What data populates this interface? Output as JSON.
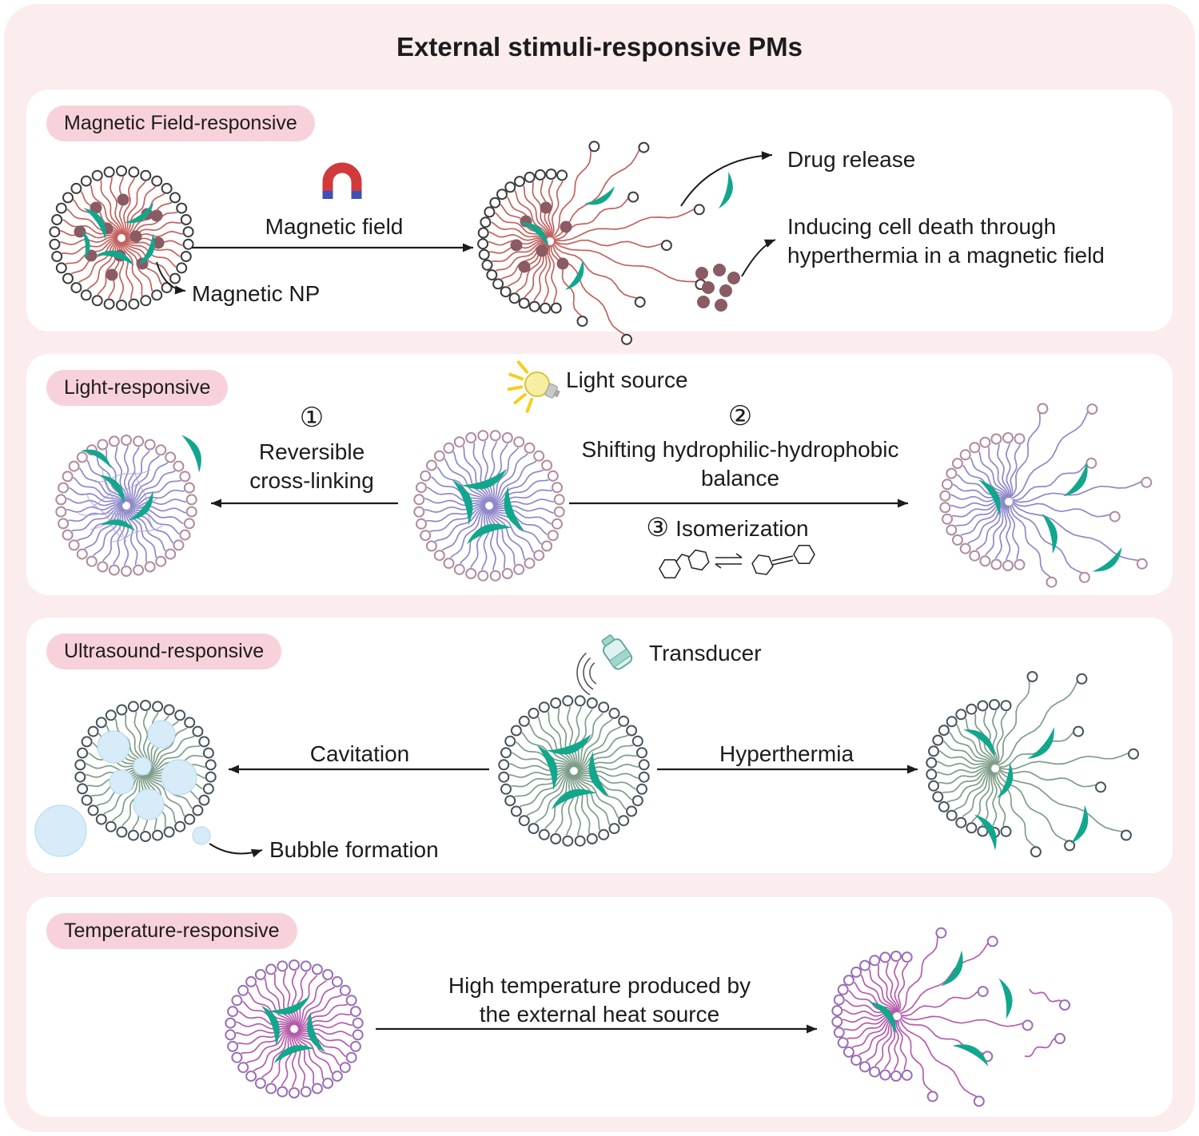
{
  "title": "External stimuli-responsive PMs",
  "panels": {
    "magnetic": {
      "label": "Magnetic Field-responsive",
      "arrow_label": "Magnetic field",
      "np_label": "Magnetic NP",
      "drug_release": "Drug release",
      "hyperthermia_note": "Inducing cell death through hyperthermia in a magnetic field"
    },
    "light": {
      "label": "Light-responsive",
      "source_label": "Light source",
      "step1_num": "①",
      "step1_label": "Reversible cross-linking",
      "step2_num": "②",
      "step2_label": "Shifting hydrophilic-hydrophobic balance",
      "step3_num": "③",
      "step3_label": "Isomerization"
    },
    "ultrasound": {
      "label": "Ultrasound-responsive",
      "source_label": "Transducer",
      "left_arrow_label": "Cavitation",
      "right_arrow_label": "Hyperthermia",
      "bubble_label": "Bubble formation"
    },
    "temperature": {
      "label": "Temperature-responsive",
      "arrow_label": "High temperature produced by the external heat source"
    }
  },
  "colors": {
    "background": "#fbecee",
    "panel": "#ffffff",
    "pill": "#f8d2da",
    "text": "#1c1c1c",
    "drug": "#12a78d",
    "magnetic_tail": "#c2625e",
    "magnetic_head": "#3d3d3d",
    "magnetic_np": "#8a5b63",
    "light_tail": "#8f88c9",
    "light_head": "#b08ba0",
    "ultrasound_tail": "#7e9d8a",
    "ultrasound_head": "#47545c",
    "temperature_tail": "#b55cab",
    "temperature_head": "#9a6fb5",
    "bubble": "#d7ecf8",
    "magnet_red": "#d2393b",
    "magnet_blue": "#3c50b5",
    "bulb_yellow": "#f6efa3",
    "ray_yellow": "#f5cf1b"
  }
}
